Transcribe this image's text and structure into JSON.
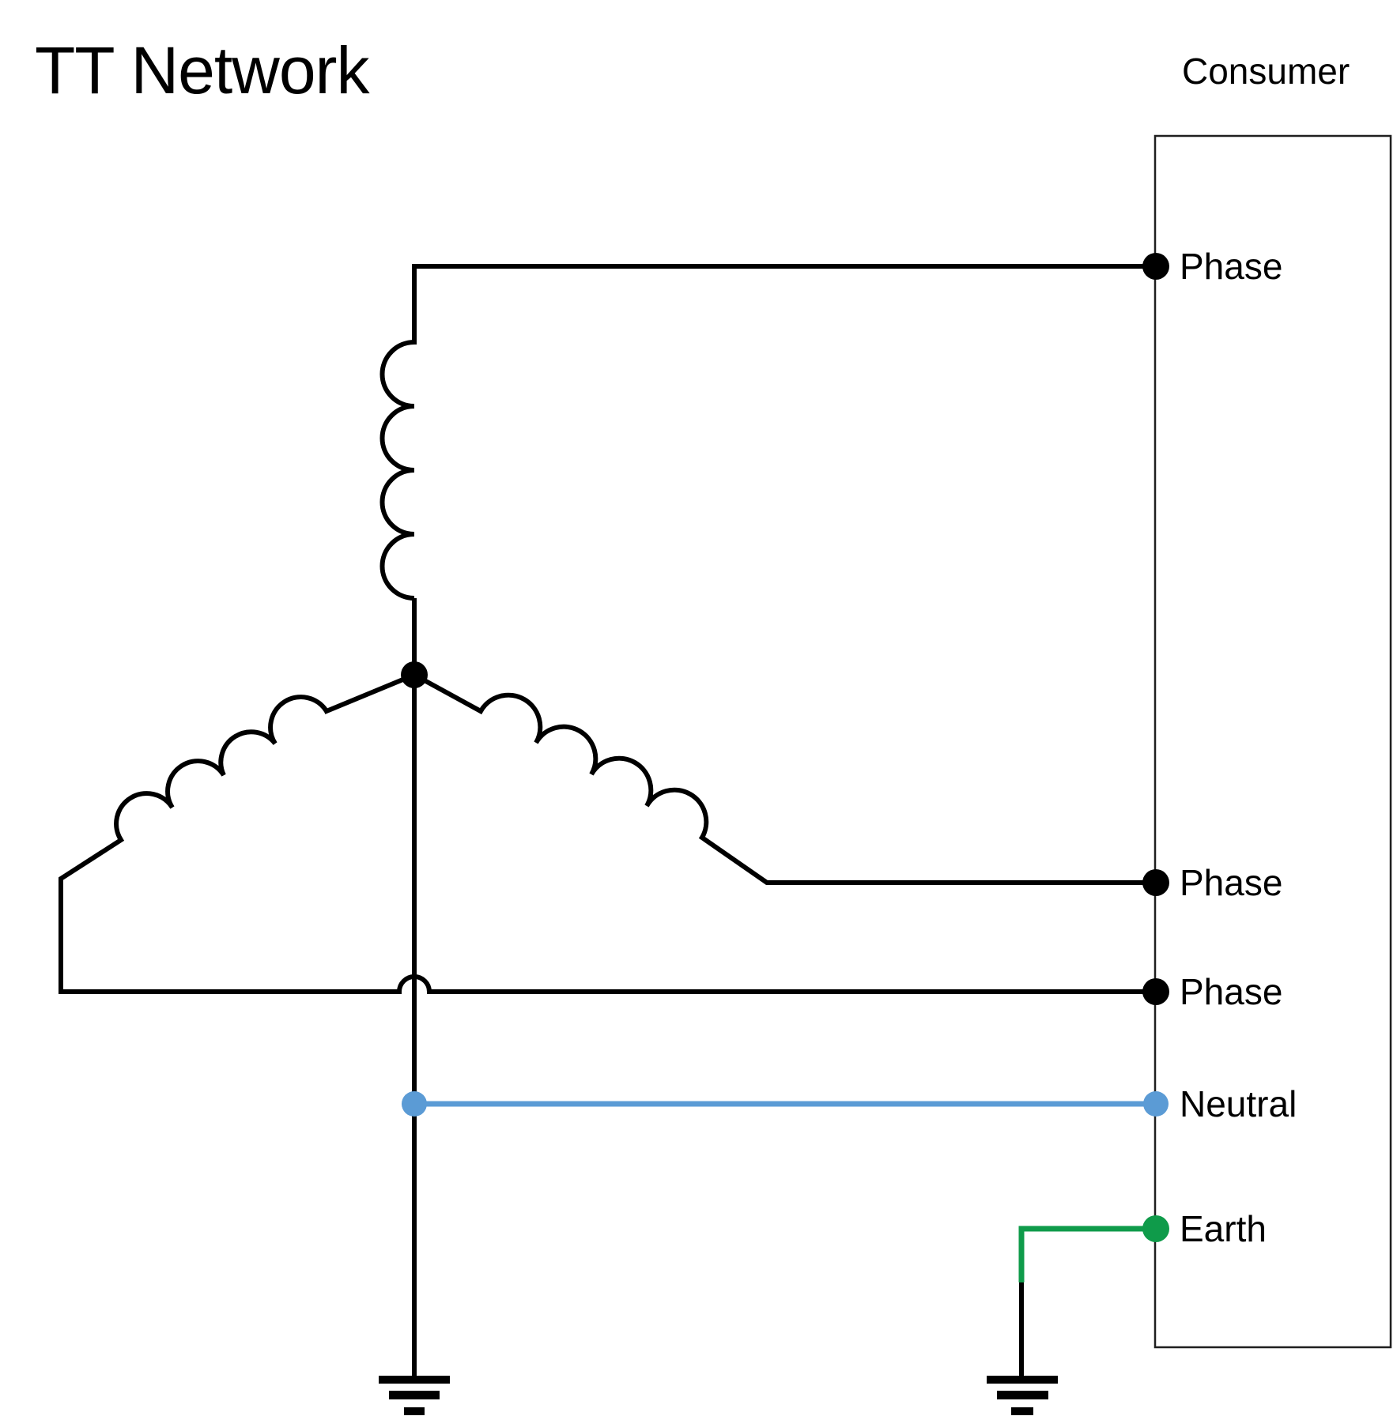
{
  "title": "TT Network",
  "consumer": {
    "label": "Consumer"
  },
  "terminals": {
    "phase1": {
      "label": "Phase"
    },
    "phase2": {
      "label": "Phase"
    },
    "phase3": {
      "label": "Phase"
    },
    "neutral": {
      "label": "Neutral"
    },
    "earth": {
      "label": "Earth"
    }
  },
  "colors": {
    "wire": "#000000",
    "neutral": "#5B9BD5",
    "earth": "#0F9B4A"
  }
}
